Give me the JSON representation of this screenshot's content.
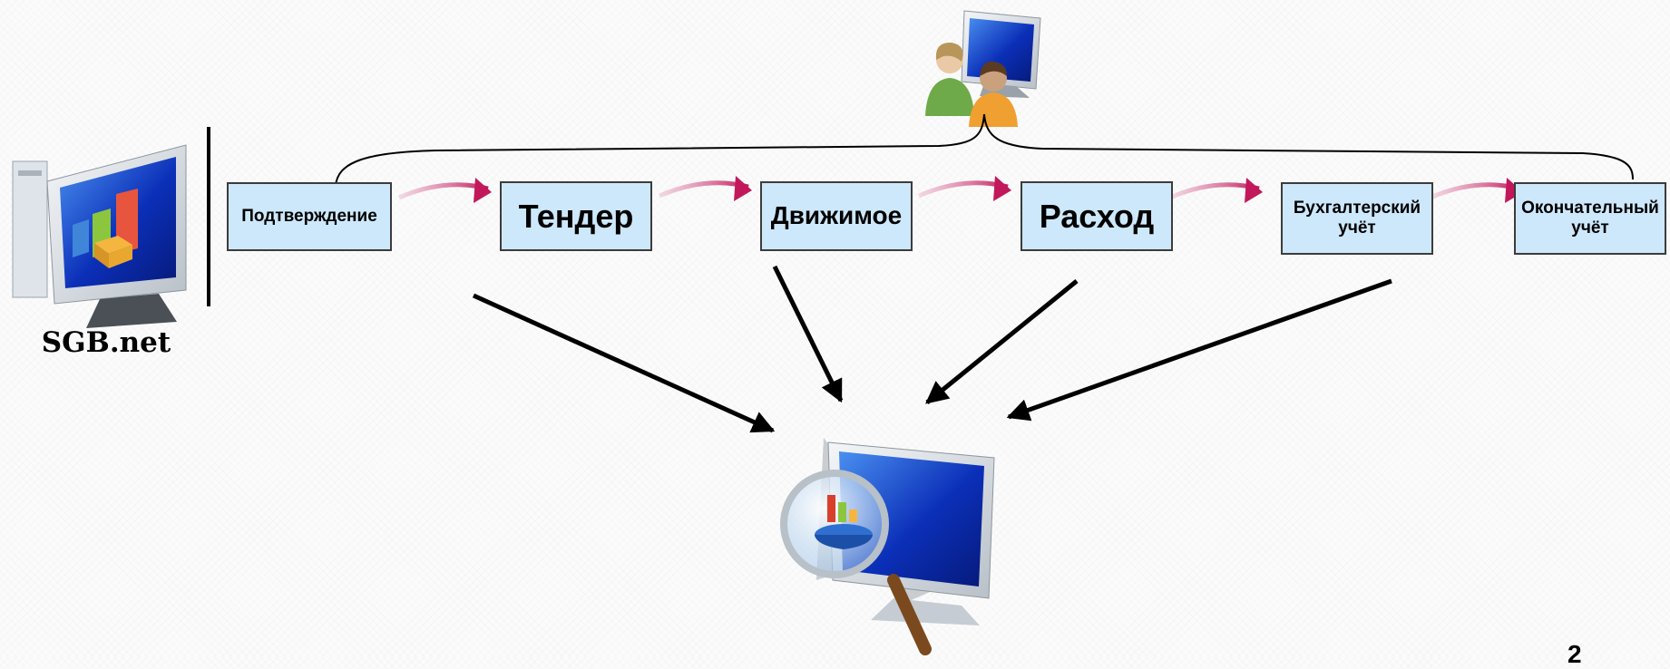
{
  "app": {
    "label": "SGB.net",
    "icon": "sgb-computer-icon"
  },
  "users": {
    "icon": "users-computer-icon"
  },
  "report": {
    "icon": "analysis-monitor-icon"
  },
  "stages": [
    {
      "id": "confirmation",
      "label": "Подтверждение"
    },
    {
      "id": "tender",
      "label": "Тендер"
    },
    {
      "id": "movable",
      "label": "Движимое"
    },
    {
      "id": "expense",
      "label": "Расход"
    },
    {
      "id": "accounting",
      "label": "Бухгалтерский учёт"
    },
    {
      "id": "final",
      "label": "Окончательный учёт"
    }
  ],
  "page_number": "2",
  "colors": {
    "stage_fill": "#cde8fa",
    "stage_border": "#3c3c3c",
    "flow_arrow": "#c2185b",
    "report_arrow": "#000000"
  }
}
